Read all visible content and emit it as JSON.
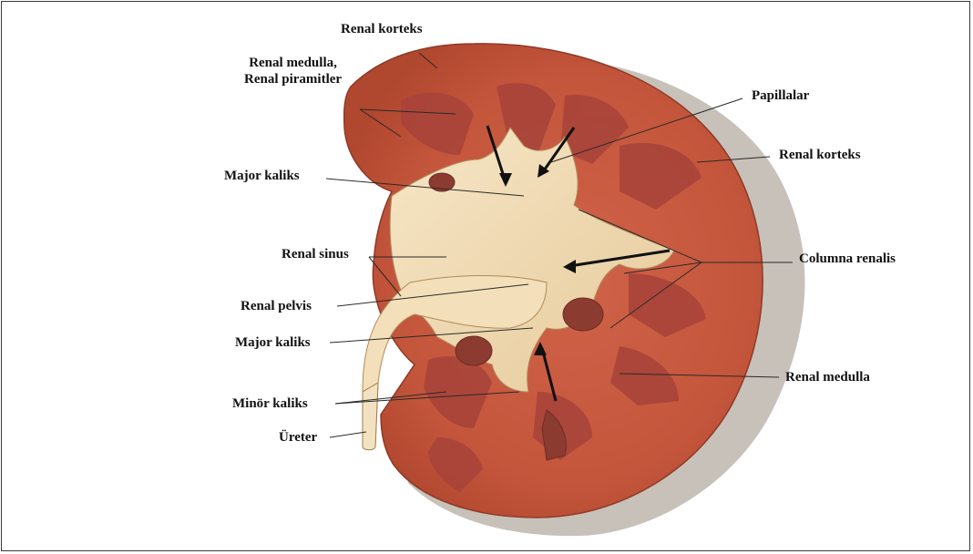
{
  "labels": {
    "renal_korteks_top": "Renal korteks",
    "renal_medulla_line1": "Renal medulla,",
    "renal_medulla_line2": "Renal piramitler",
    "papillalar": "Papillalar",
    "renal_korteks_right": "Renal korteks",
    "major_kaliks_upper": "Major kaliks",
    "renal_sinus": "Renal sinus",
    "columna_renalis": "Columna renalis",
    "renal_pelvis": "Renal pelvis",
    "major_kaliks_lower": "Major kaliks",
    "renal_medulla_right": "Renal medulla",
    "minor_kaliks": "Minör kaliks",
    "ureter": "Üreter"
  },
  "colors": {
    "cortex": "#c4563c",
    "cortex_light": "#d26a4c",
    "medulla": "#a9443a",
    "sinus_fat": "#efd6ad",
    "pelvis": "#f1dbb4",
    "shadow": "#b9b2ab",
    "leader_line": "#2a2a2a"
  }
}
